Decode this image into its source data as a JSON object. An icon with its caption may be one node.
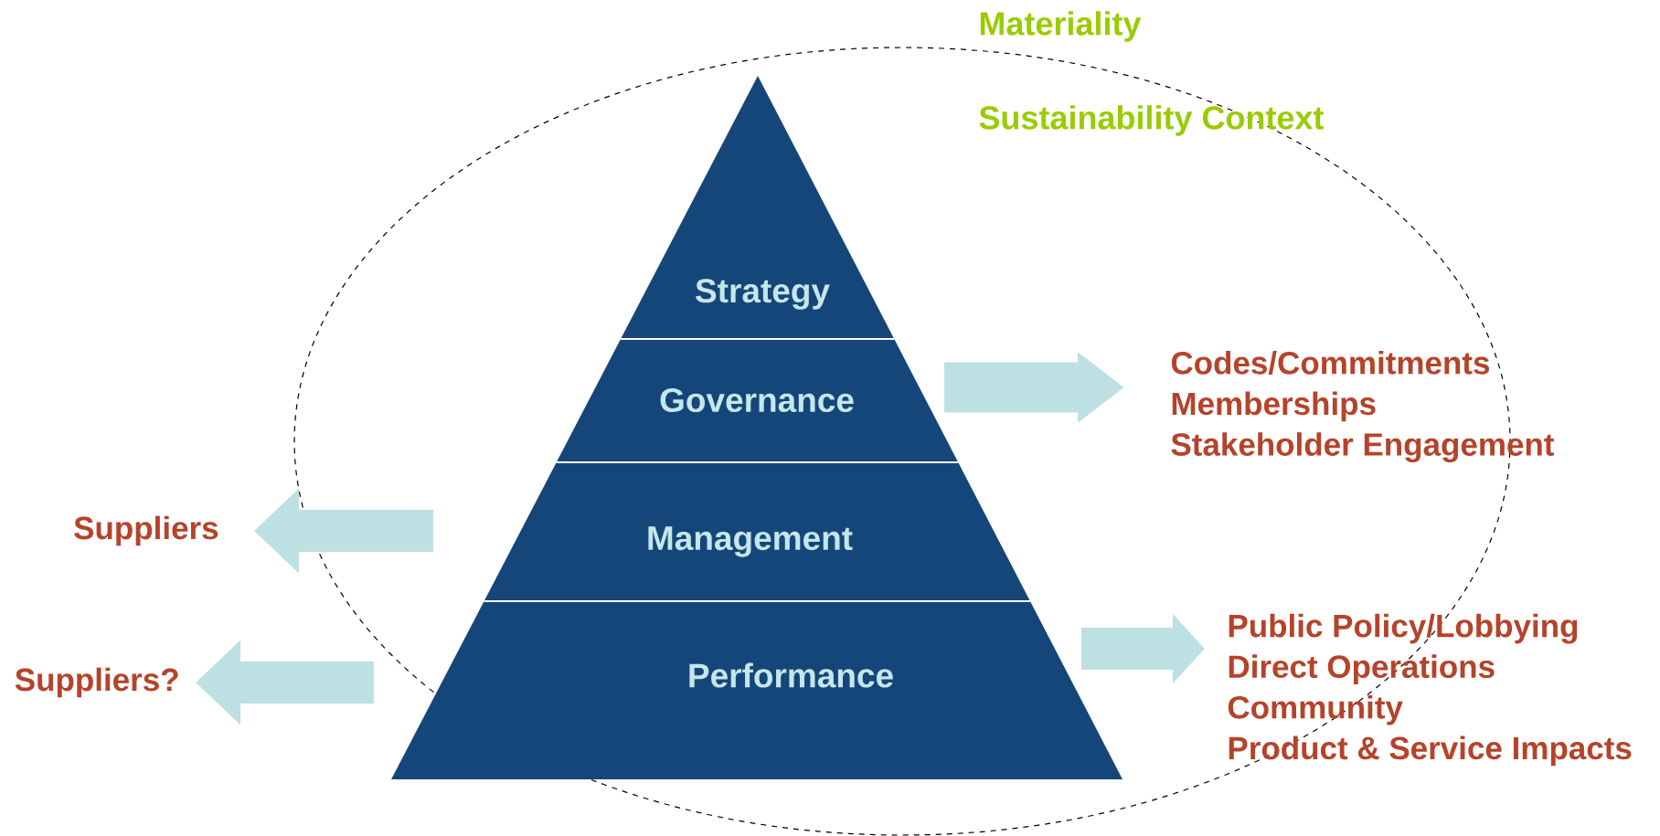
{
  "diagram": {
    "nodes": [
      {
        "text": [
          "Strategy"
        ]
      },
      {
        "text": [
          "Governance"
        ]
      },
      {
        "text": [
          "Management"
        ]
      },
      {
        "text": [
          "Performance"
        ]
      },
      {
        "text": [
          "Codes/Commitments",
          "Memberships",
          "Stakeholder Engagement"
        ]
      },
      {
        "text": [
          "Suppliers"
        ]
      },
      {
        "text": [
          "Suppliers?"
        ]
      },
      {
        "text": [
          "Public Policy/Lobbying",
          "Direct Operations",
          "Community",
          "Product & Service Impacts"
        ]
      }
    ],
    "edges": [
      {
        "from": 1,
        "to": 4,
        "arrow": "to"
      },
      {
        "from": 2,
        "to": 5,
        "arrow": "to"
      },
      {
        "from": 3,
        "to": 6,
        "arrow": "to"
      },
      {
        "from": 3,
        "to": 7,
        "arrow": "to"
      }
    ],
    "labels": [
      "Materiality",
      "Sustainability Context"
    ]
  }
}
